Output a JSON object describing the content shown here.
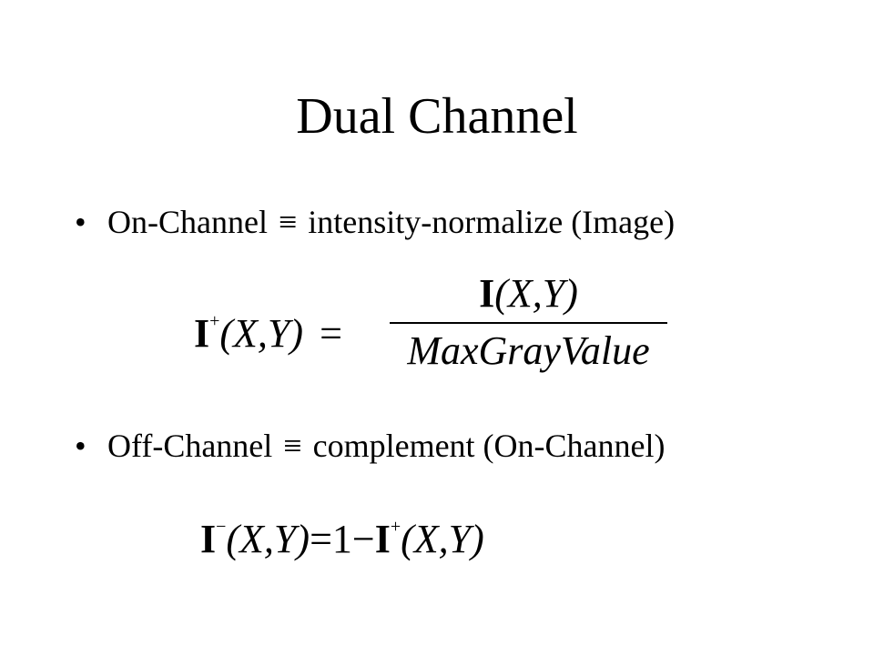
{
  "title": "Dual Channel",
  "bullets": [
    {
      "bullet_char": "•",
      "term": "On-Channel",
      "equiv_symbol": "≡",
      "definition": "intensity-normalize (Image)"
    },
    {
      "bullet_char": "•",
      "term": "Off-Channel",
      "equiv_symbol": "≡",
      "definition": "complement (On-Channel)"
    }
  ],
  "equation_on": {
    "lhs_symbol": "I",
    "lhs_superscript": "+",
    "lhs_args": "(X,Y)",
    "equals": "=",
    "numerator_symbol": "I",
    "numerator_args": "(X,Y)",
    "denominator": "MaxGrayValue"
  },
  "equation_off": {
    "lhs_symbol": "I",
    "lhs_superscript": "−",
    "lhs_args": "(X,Y)",
    "equals": "=",
    "one": "1",
    "minus": "−",
    "rhs_symbol": "I",
    "rhs_superscript": "+",
    "rhs_args": "(X,Y)"
  }
}
